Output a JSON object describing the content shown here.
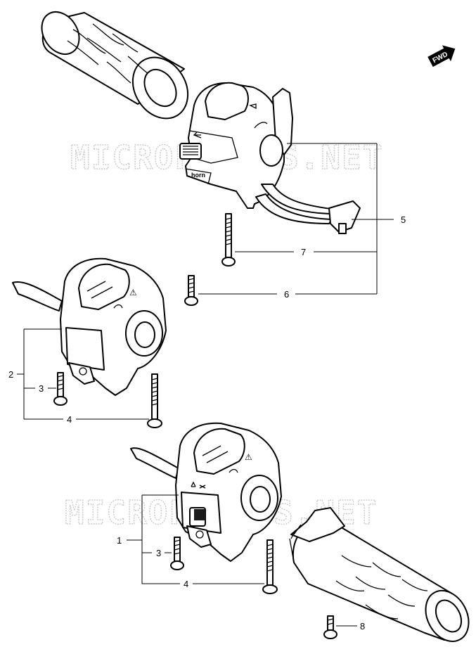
{
  "watermark": {
    "text": "MICROFICHES.NET"
  },
  "fwd_badge": {
    "text": "FWD"
  },
  "callouts": [
    {
      "id": "label-5-top",
      "number": "5"
    },
    {
      "id": "label-7",
      "number": "7"
    },
    {
      "id": "label-6",
      "number": "6"
    },
    {
      "id": "label-2",
      "number": "2"
    },
    {
      "id": "label-3-left",
      "number": "3"
    },
    {
      "id": "label-4-left",
      "number": "4"
    },
    {
      "id": "label-1",
      "number": "1"
    },
    {
      "id": "label-3-lower",
      "number": "3"
    },
    {
      "id": "label-4-lower",
      "number": "4"
    },
    {
      "id": "label-8",
      "number": "8"
    }
  ],
  "switch_symbols": {
    "horn": "horn",
    "hazard": "⚠"
  },
  "colors": {
    "line": "#000000",
    "watermark": "#c9c9c9",
    "background": "#ffffff"
  }
}
